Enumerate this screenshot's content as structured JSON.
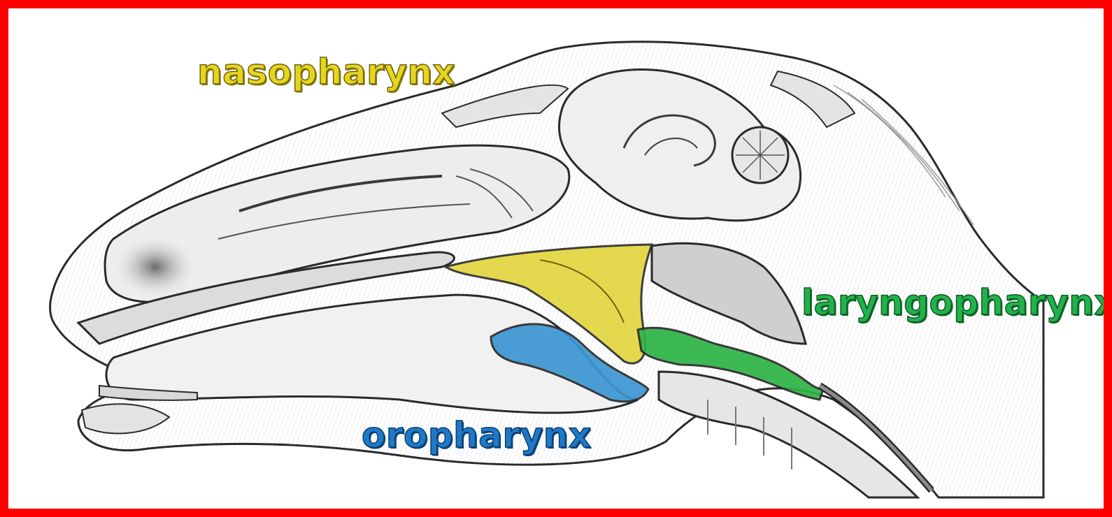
{
  "labels": {
    "nasopharynx": "nasopharynx",
    "laryngopharynx": "laryngopharynx",
    "oropharynx": "oropharynx"
  },
  "colors": {
    "frame": "#ff0000",
    "nasopharynx": "#e2d43c",
    "oropharynx": "#3c96d2",
    "laryngopharynx": "#2db446",
    "outline": "#2a2a2a",
    "shading": "#cfcfcf"
  }
}
